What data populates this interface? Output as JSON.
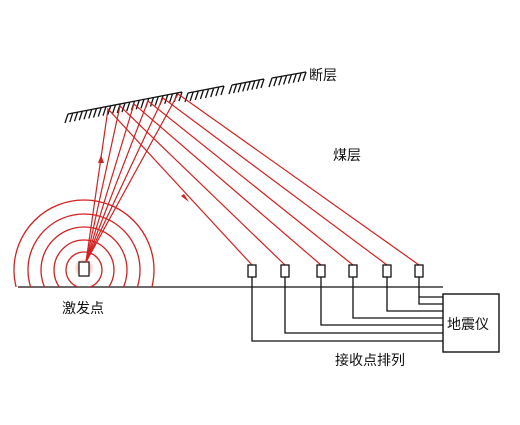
{
  "labels": {
    "fault": "断层",
    "coal_seam": "煤层",
    "source": "激发点",
    "seismograph": "地震仪",
    "receiver_array": "接收点排列"
  },
  "colors": {
    "ray": "#d42020",
    "line": "#111111",
    "background": "#ffffff"
  }
}
